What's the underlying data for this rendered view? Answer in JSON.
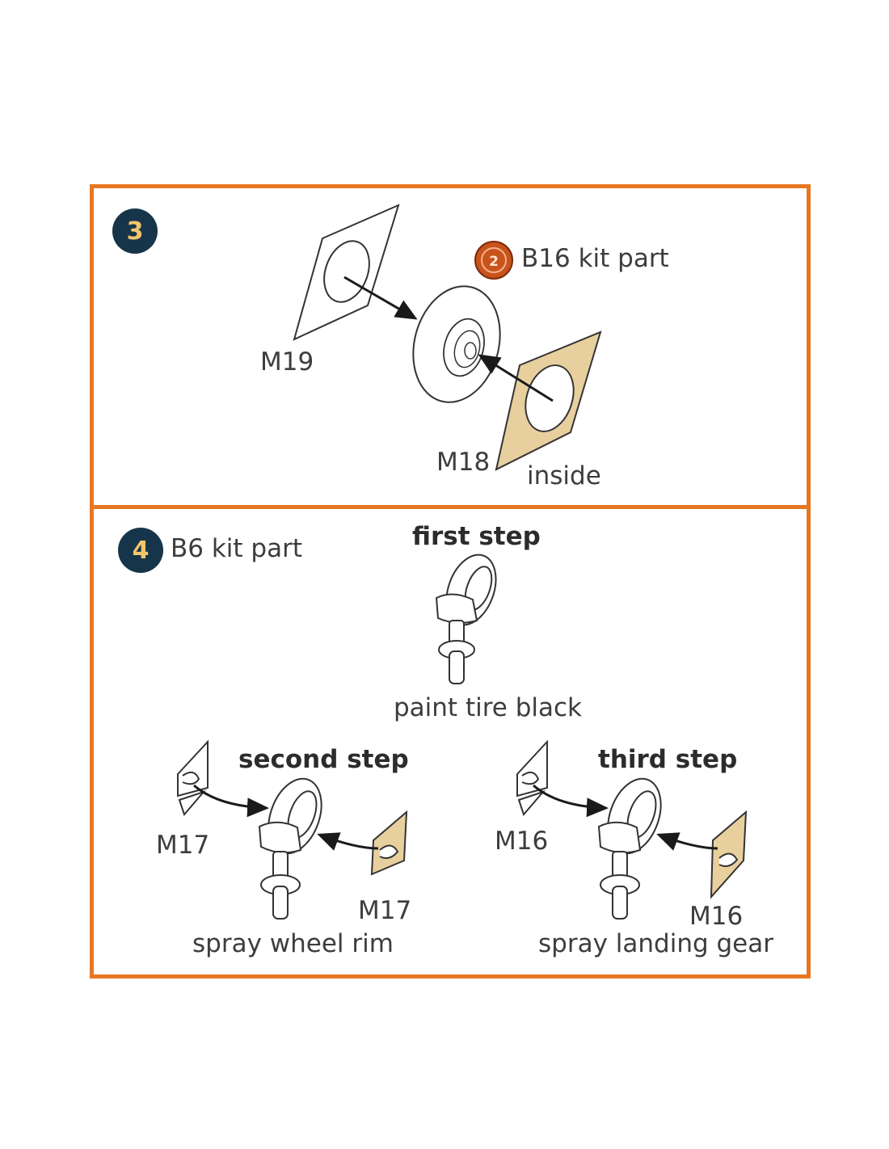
{
  "step3": {
    "number": "3",
    "parts": {
      "kit_part": "B16 kit part",
      "m19": "M19",
      "m18": "M18",
      "inside": "inside"
    },
    "paint_badge_number": "2"
  },
  "step4": {
    "number": "4",
    "kit_part": "B6 kit part",
    "first_step": {
      "title": "first step",
      "note": "paint tire black"
    },
    "second_step": {
      "title": "second step",
      "part_left": "M17",
      "part_right": "M17",
      "note": "spray wheel rim"
    },
    "third_step": {
      "title": "third step",
      "part_left": "M16",
      "part_right": "M16",
      "note": "spray landing gear"
    }
  },
  "colors": {
    "frame": "#e87722",
    "badge_bg": "#17354a",
    "badge_text": "#f3c56b",
    "brass": "#e8cf9e"
  }
}
